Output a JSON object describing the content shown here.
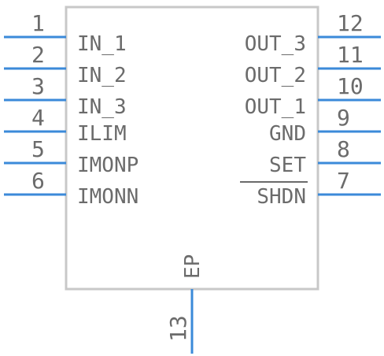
{
  "left_pins": [
    {
      "number": "1",
      "name": "IN_1"
    },
    {
      "number": "2",
      "name": "IN_2"
    },
    {
      "number": "3",
      "name": "IN_3"
    },
    {
      "number": "4",
      "name": "ILIM"
    },
    {
      "number": "5",
      "name": "IMONP"
    },
    {
      "number": "6",
      "name": "IMONN"
    }
  ],
  "right_pins": [
    {
      "number": "12",
      "name": "OUT_3"
    },
    {
      "number": "11",
      "name": "OUT_2"
    },
    {
      "number": "10",
      "name": "OUT_1"
    },
    {
      "number": "9",
      "name": "GND"
    },
    {
      "number": "8",
      "name": "SET"
    },
    {
      "number": "7",
      "name": "SHDN",
      "active_low": true
    }
  ],
  "bottom_pin": {
    "number": "13",
    "name": "EP"
  },
  "colors": {
    "pin": "#3b8ad9",
    "body": "#c8c8c8",
    "text": "#6b6b6b"
  }
}
